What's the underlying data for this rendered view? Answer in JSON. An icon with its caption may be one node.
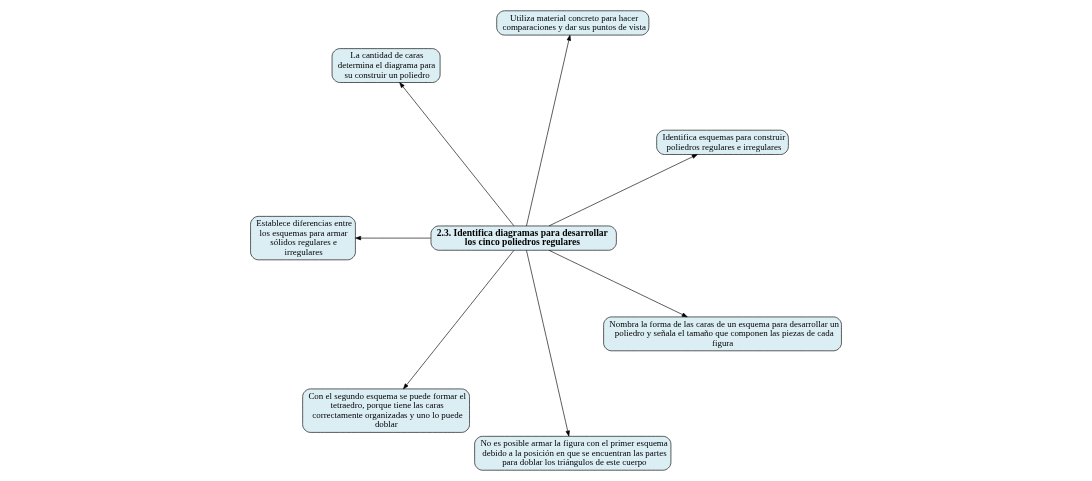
{
  "diagram": {
    "nodes": [
      {
        "text": [
          "2.3. Identifica diagramas para desarrollar los cinco poliedros regulares"
        ]
      },
      {
        "text": [
          "Identifica esquemas para construir poliedros regulares e irregulares"
        ]
      },
      {
        "text": [
          "Utiliza material concreto para hacer comparaciones y dar sus puntos de vista"
        ]
      },
      {
        "text": [
          "La cantidad de caras determina el diagrama para su construir un poliedro"
        ]
      },
      {
        "text": [
          "Establece diferencias entre los esquemas para armar sólidos regulares e irregulares"
        ]
      },
      {
        "text": [
          "Con el segundo esquema se puede formar el tetraedro, porque tiene las caras correctamente organizadas y uno lo puede doblar"
        ]
      },
      {
        "text": [
          "No es posible armar la figura con el primer esquema debido a la posición en que se encuentran las partes para doblar los triángulos de este cuerpo"
        ]
      },
      {
        "text": [
          "Nombra la forma de las caras de un esquema para desarrollar un poliedro y señala el tamaño que componen las piezas de cada figura"
        ]
      }
    ],
    "edges": [
      {
        "from": 0,
        "to": 1,
        "arrow": "to"
      },
      {
        "from": 0,
        "to": 2,
        "arrow": "to"
      },
      {
        "from": 0,
        "to": 3,
        "arrow": "to"
      },
      {
        "from": 0,
        "to": 4,
        "arrow": "to"
      },
      {
        "from": 0,
        "to": 5,
        "arrow": "to"
      },
      {
        "from": 0,
        "to": 6,
        "arrow": "to"
      },
      {
        "from": 0,
        "to": 7,
        "arrow": "to"
      }
    ]
  }
}
